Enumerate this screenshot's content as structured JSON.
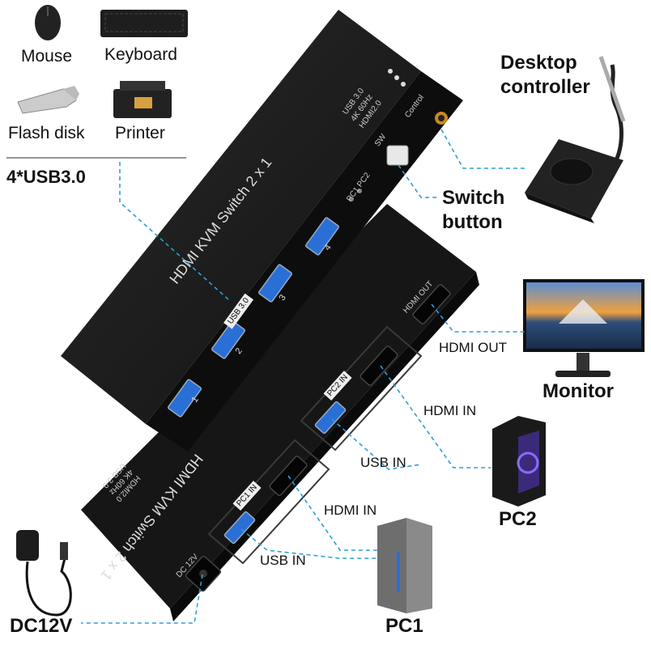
{
  "peripherals": {
    "mouse": "Mouse",
    "keyboard": "Keyboard",
    "flash_disk": "Flash disk",
    "printer": "Printer",
    "usb_ports": "4*USB3.0"
  },
  "callouts": {
    "desktop_controller_line1": "Desktop",
    "desktop_controller_line2": "controller",
    "switch_button_line1": "Switch",
    "switch_button_line2": "button",
    "hdmi_out": "HDMI OUT",
    "monitor": "Monitor",
    "hdmi_in_pc2": "HDMI IN",
    "usb_in_pc2": "USB IN",
    "pc2": "PC2",
    "hdmi_in_pc1": "HDMI IN",
    "usb_in_pc1": "USB IN",
    "pc1": "PC1",
    "dc12v": "DC12V"
  },
  "device_front": {
    "title": "HDMI KVM Switch 2 x 1",
    "usb_label": "USB 3.0",
    "port_numbers": [
      "1",
      "2",
      "3",
      "4"
    ],
    "spec_line1": "USB 3.0",
    "spec_line2": "4K 60Hz",
    "spec_line3": "HDMI2.0",
    "control_label": "Control",
    "sw_label": "SW",
    "pc_indicators": "PC1 PC2"
  },
  "device_back": {
    "title": "HDMI KVM Switch 2 x 1",
    "hdmi_out_label": "HDMI OUT",
    "pc2_in_label": "PC2 IN",
    "pc1_in_label": "PC1 IN",
    "dc_label": "DC 12V",
    "spec_line1": "USB 3.0",
    "spec_line2": "4K 60Hz",
    "spec_line3": "HDMI2.0"
  },
  "colors": {
    "guide_line": "#2b9fd9",
    "device_body": "#1c1c1c",
    "usb_port_blue": "#2a6fd6"
  }
}
